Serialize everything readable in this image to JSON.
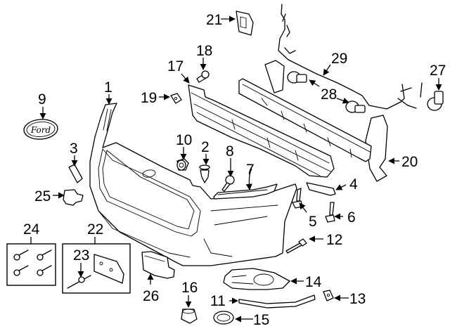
{
  "diagram": {
    "type": "exploded-parts-diagram",
    "subject": "Front bumper assembly",
    "badge_text": "Ford",
    "callouts": [
      {
        "id": "c1",
        "label": "1",
        "part": "bumper-cover"
      },
      {
        "id": "c2",
        "label": "2",
        "part": "push-retainer"
      },
      {
        "id": "c3",
        "label": "3",
        "part": "tow-hook-cover"
      },
      {
        "id": "c4",
        "label": "4",
        "part": "bracket"
      },
      {
        "id": "c5",
        "label": "5",
        "part": "bolt"
      },
      {
        "id": "c6",
        "label": "6",
        "part": "bolt"
      },
      {
        "id": "c7",
        "label": "7",
        "part": "upper-bracket"
      },
      {
        "id": "c8",
        "label": "8",
        "part": "screw"
      },
      {
        "id": "c9",
        "label": "9",
        "part": "emblem"
      },
      {
        "id": "c10",
        "label": "10",
        "part": "nut"
      },
      {
        "id": "c11",
        "label": "11",
        "part": "molding"
      },
      {
        "id": "c12",
        "label": "12",
        "part": "rivet"
      },
      {
        "id": "c13",
        "label": "13",
        "part": "clip"
      },
      {
        "id": "c14",
        "label": "14",
        "part": "fog-lamp-bezel"
      },
      {
        "id": "c15",
        "label": "15",
        "part": "fog-lamp-ring"
      },
      {
        "id": "c16",
        "label": "16",
        "part": "grommet"
      },
      {
        "id": "c17",
        "label": "17",
        "part": "energy-absorber"
      },
      {
        "id": "c18",
        "label": "18",
        "part": "bolt"
      },
      {
        "id": "c19",
        "label": "19",
        "part": "clip"
      },
      {
        "id": "c20",
        "label": "20",
        "part": "impact-bar"
      },
      {
        "id": "c21",
        "label": "21",
        "part": "mount-bracket"
      },
      {
        "id": "c22",
        "label": "22",
        "part": "license-bracket-kit"
      },
      {
        "id": "c23",
        "label": "23",
        "part": "rivet"
      },
      {
        "id": "c24",
        "label": "24",
        "part": "screw-kit"
      },
      {
        "id": "c25",
        "label": "25",
        "part": "sensor"
      },
      {
        "id": "c26",
        "label": "26",
        "part": "radar-module"
      },
      {
        "id": "c27",
        "label": "27",
        "part": "park-sensor"
      },
      {
        "id": "c28",
        "label": "28",
        "part": "park-sensor"
      },
      {
        "id": "c29",
        "label": "29",
        "part": "wiring-harness"
      }
    ]
  }
}
